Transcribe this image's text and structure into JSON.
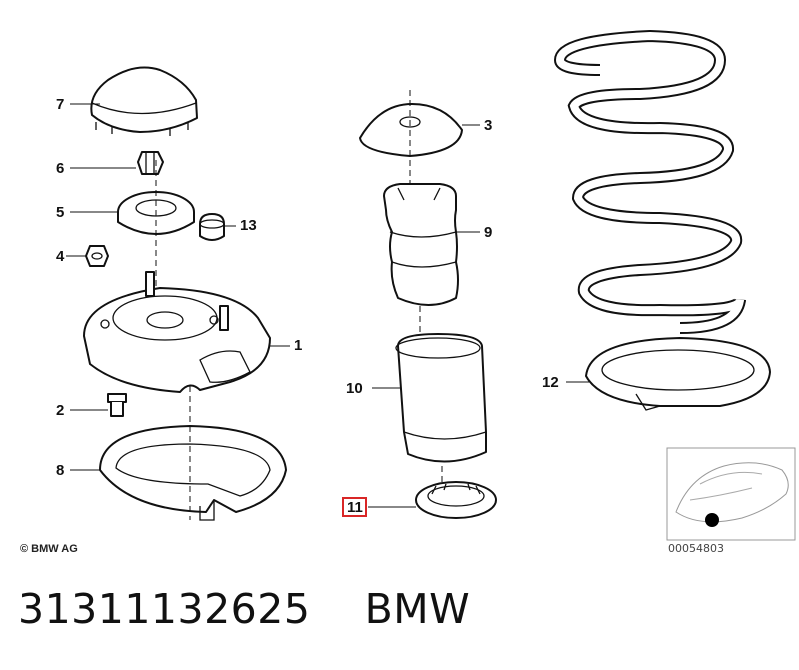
{
  "callouts": {
    "c1": "1",
    "c2": "2",
    "c3": "3",
    "c4": "4",
    "c5": "5",
    "c6": "6",
    "c7": "7",
    "c8": "8",
    "c9": "9",
    "c10": "10",
    "c11": "11",
    "c12": "12",
    "c13": "13"
  },
  "highlighted_callout": "11",
  "highlight_color": "#d92626",
  "copyright": "© BMW AG",
  "image_reference": "00054803",
  "footer": {
    "part_number": "31311132625",
    "brand": "BMW"
  }
}
